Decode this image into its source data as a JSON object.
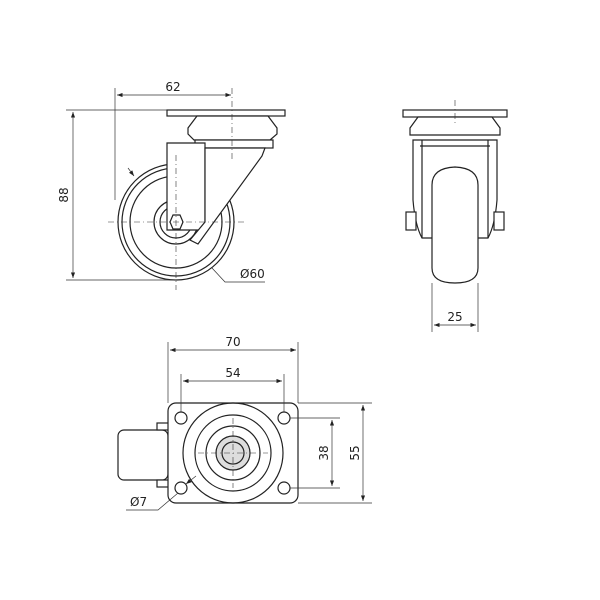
{
  "title": "Swivel caster technical drawing",
  "dimensions": {
    "side_width": "62",
    "height": "88",
    "wheel_diameter": "Ø60",
    "wheel_width": "25",
    "plate_length": "70",
    "hole_spacing_length": "54",
    "hole_spacing_width": "38",
    "plate_width": "55",
    "hole_diameter": "Ø7"
  }
}
